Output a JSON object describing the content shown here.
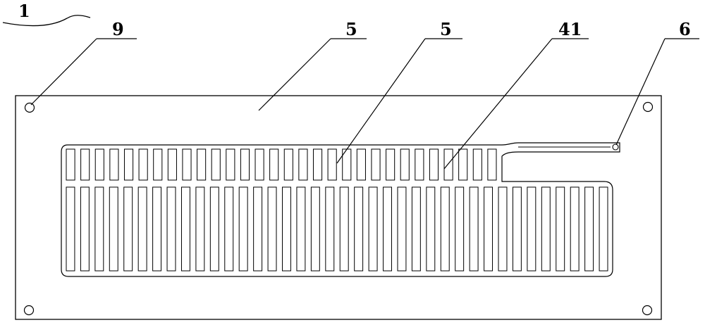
{
  "labels": {
    "assembly": "1",
    "mounting_hole": "9",
    "plate_region": "5",
    "fin_region": "5",
    "channel": "41",
    "port": "6"
  },
  "pattern": {
    "upper_row_slot_count": 30,
    "lower_row_slot_count": 38
  },
  "colors": {
    "stroke": "#000000",
    "background": "#ffffff"
  }
}
